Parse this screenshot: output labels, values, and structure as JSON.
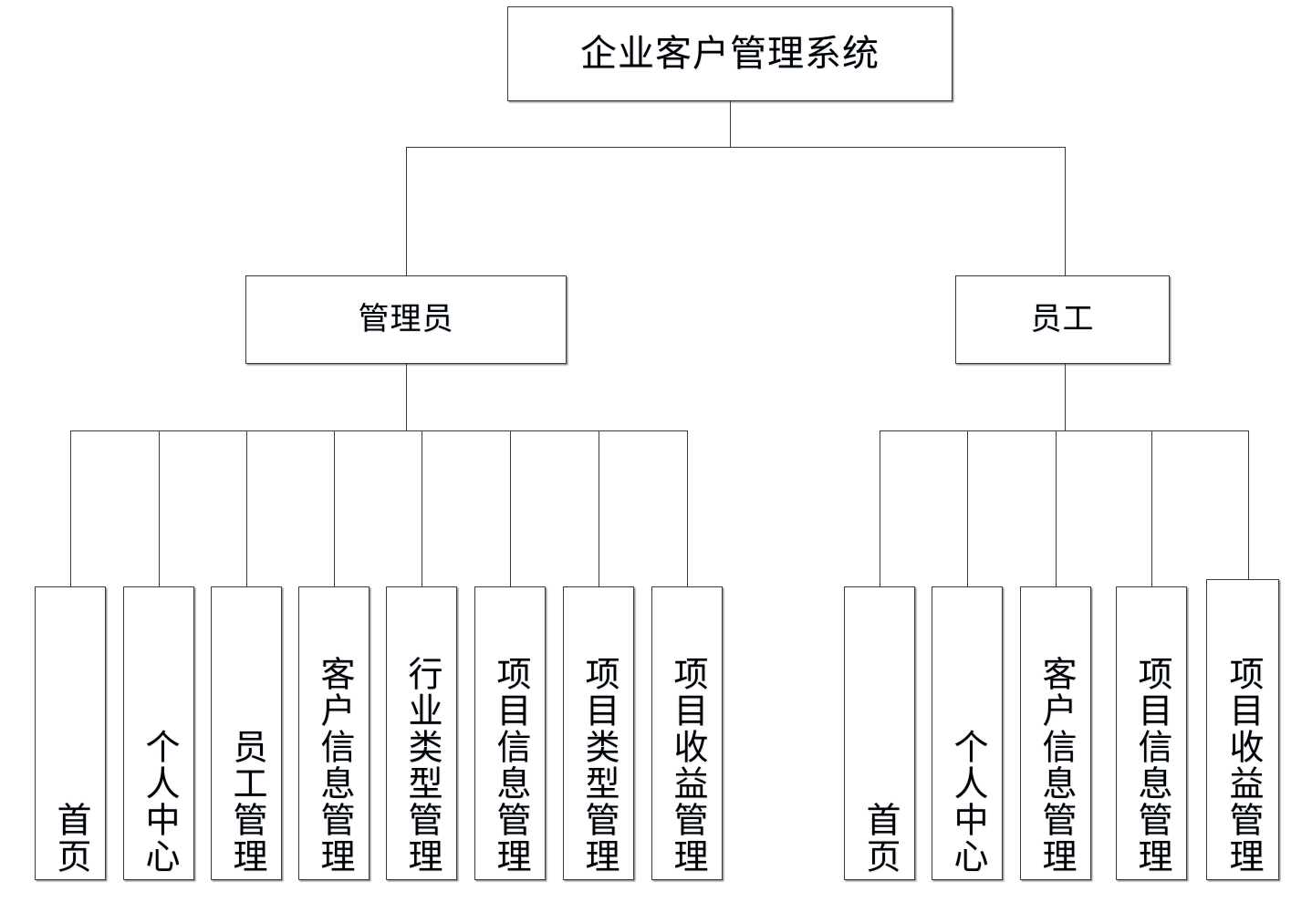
{
  "diagram": {
    "type": "tree",
    "title_node": "企业客户管理系统",
    "orientation": "top-down",
    "levels": 3
  },
  "root": {
    "label": "企业客户管理系统"
  },
  "branches": [
    {
      "key": "admin",
      "label": "管理员",
      "leaves": [
        {
          "label": "首页"
        },
        {
          "label": "个人中心"
        },
        {
          "label": "员工管理"
        },
        {
          "label": "客户信息管理"
        },
        {
          "label": "行业类型管理"
        },
        {
          "label": "项目信息管理"
        },
        {
          "label": "项目类型管理"
        },
        {
          "label": "项目收益管理"
        }
      ]
    },
    {
      "key": "staff",
      "label": "员工",
      "leaves": [
        {
          "label": "首页"
        },
        {
          "label": "个人中心"
        },
        {
          "label": "客户信息管理"
        },
        {
          "label": "项目信息管理"
        },
        {
          "label": "项目收益管理"
        }
      ]
    }
  ],
  "colors": {
    "background": "#ffffff",
    "box_border": "#3a3a3a",
    "box_fill": "#ffffff",
    "text": "#000000",
    "connector": "#3a3a3a"
  }
}
